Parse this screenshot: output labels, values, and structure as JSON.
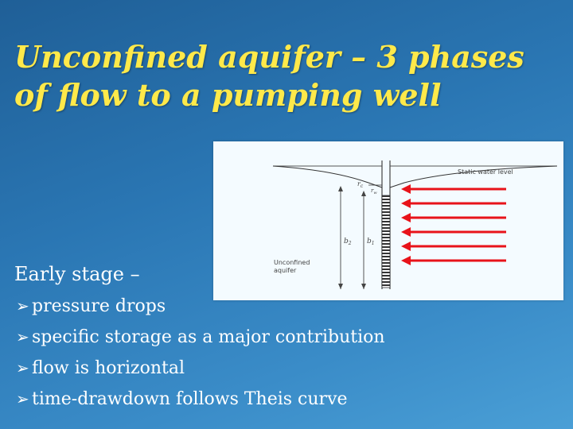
{
  "slide": {
    "title_line1": "Unconfined aquifer – 3 phases",
    "title_line2": "of flow to a pumping well",
    "lead": "Early stage –",
    "bullets": [
      "pressure drops",
      "specific storage as a major contribution",
      "flow is horizontal",
      "time-drawdown follows Theis curve"
    ]
  },
  "figure": {
    "labels": {
      "static_water_level": "Static water level",
      "rc": "r",
      "rc_sub": "c",
      "rw": "r",
      "rw_sub": "w",
      "b2": "b",
      "b2_sub": "2",
      "b1": "b",
      "b1_sub": "1",
      "aquifer_line1": "Unconfined",
      "aquifer_line2": "aquifer"
    },
    "flow_arrow_count": 6
  },
  "colors": {
    "title": "#ffe94a",
    "text": "#ffffff",
    "arrows": "#e8131a",
    "figure_bg": "#f4fbff"
  },
  "icons": {
    "bullet": "arrow-right-icon"
  }
}
